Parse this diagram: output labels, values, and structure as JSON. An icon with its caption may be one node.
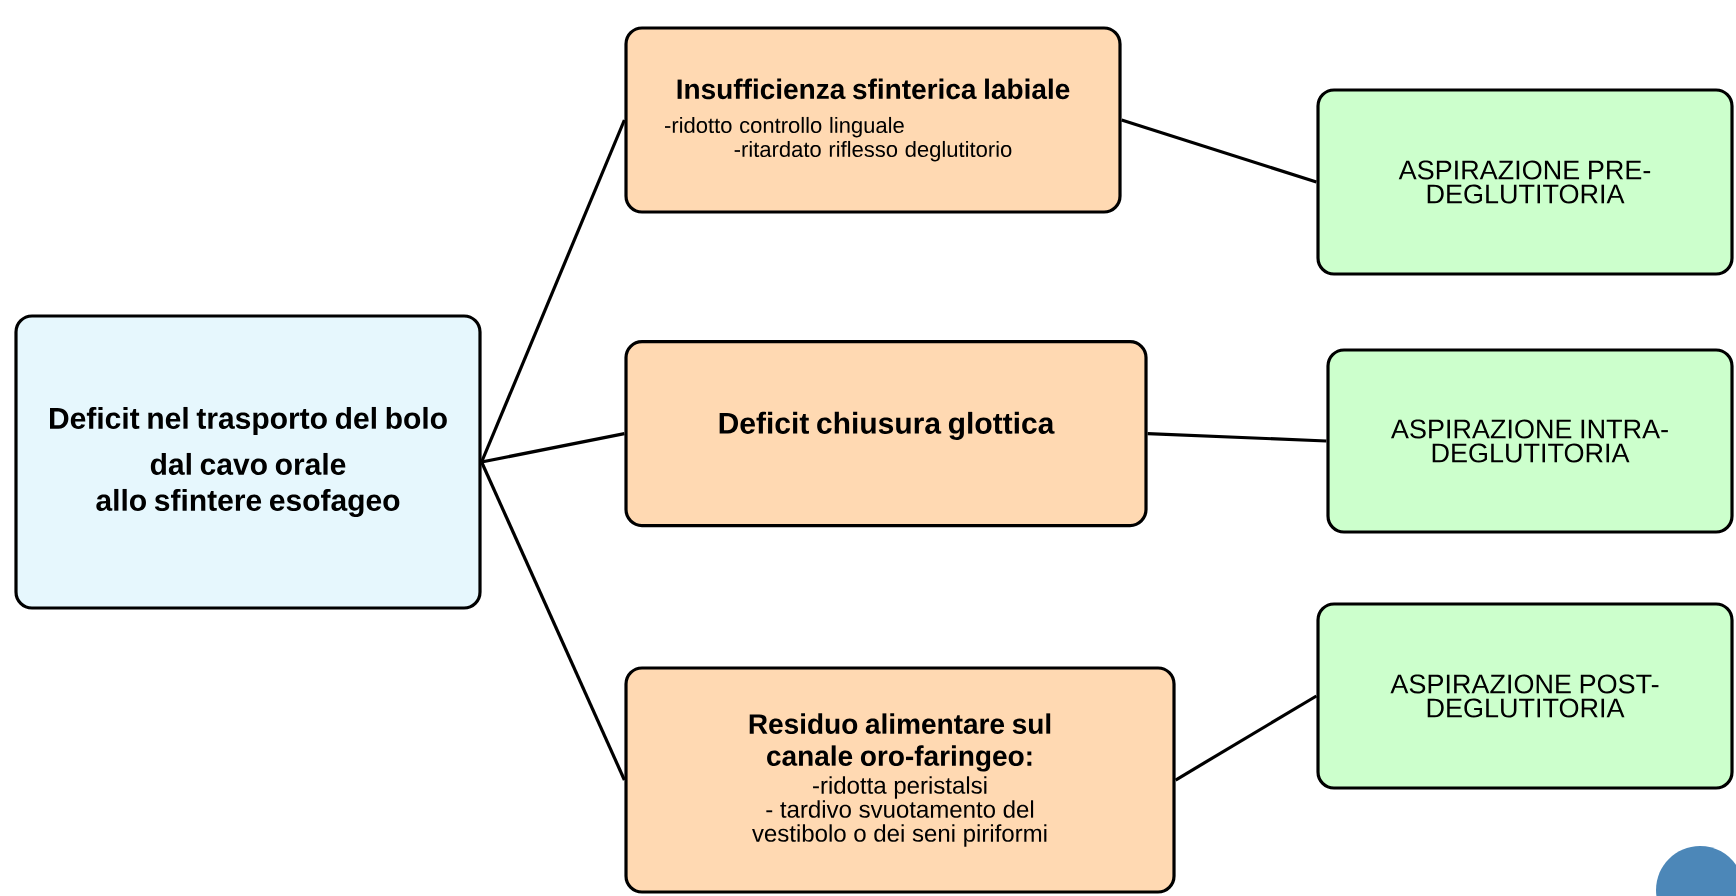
{
  "diagram": {
    "nodes": [
      {
        "text": [
          "Deficit nel trasporto del bolo",
          "dal cavo orale",
          "allo sfintere esofageo"
        ]
      },
      {
        "text": [
          "Insufficienza sfinterica labiale",
          "-ridotto controllo linguale",
          "-ritardato riflesso deglutitorio"
        ]
      },
      {
        "text": [
          "Deficit chiusura glottica"
        ]
      },
      {
        "text": [
          "Residuo alimentare sul canale oro-faringeo:",
          "-ridotta peristalsi",
          "- tardivo svuotamento del vestibolo o dei seni piriformi"
        ]
      },
      {
        "text": [
          "ASPIRAZIONE PRE-DEGLUTITORIA"
        ]
      },
      {
        "text": [
          "ASPIRAZIONE INTRA-DEGLUTITORIA"
        ]
      },
      {
        "text": [
          "ASPIRAZIONE POST-DEGLUTITORIA"
        ]
      }
    ],
    "edges": [
      {
        "from": 0,
        "to": 1,
        "arrow": "none"
      },
      {
        "from": 0,
        "to": 2,
        "arrow": "none"
      },
      {
        "from": 0,
        "to": 3,
        "arrow": "none"
      },
      {
        "from": 1,
        "to": 4,
        "arrow": "none"
      },
      {
        "from": 2,
        "to": 5,
        "arrow": "none"
      },
      {
        "from": 3,
        "to": 6,
        "arrow": "none"
      }
    ]
  }
}
